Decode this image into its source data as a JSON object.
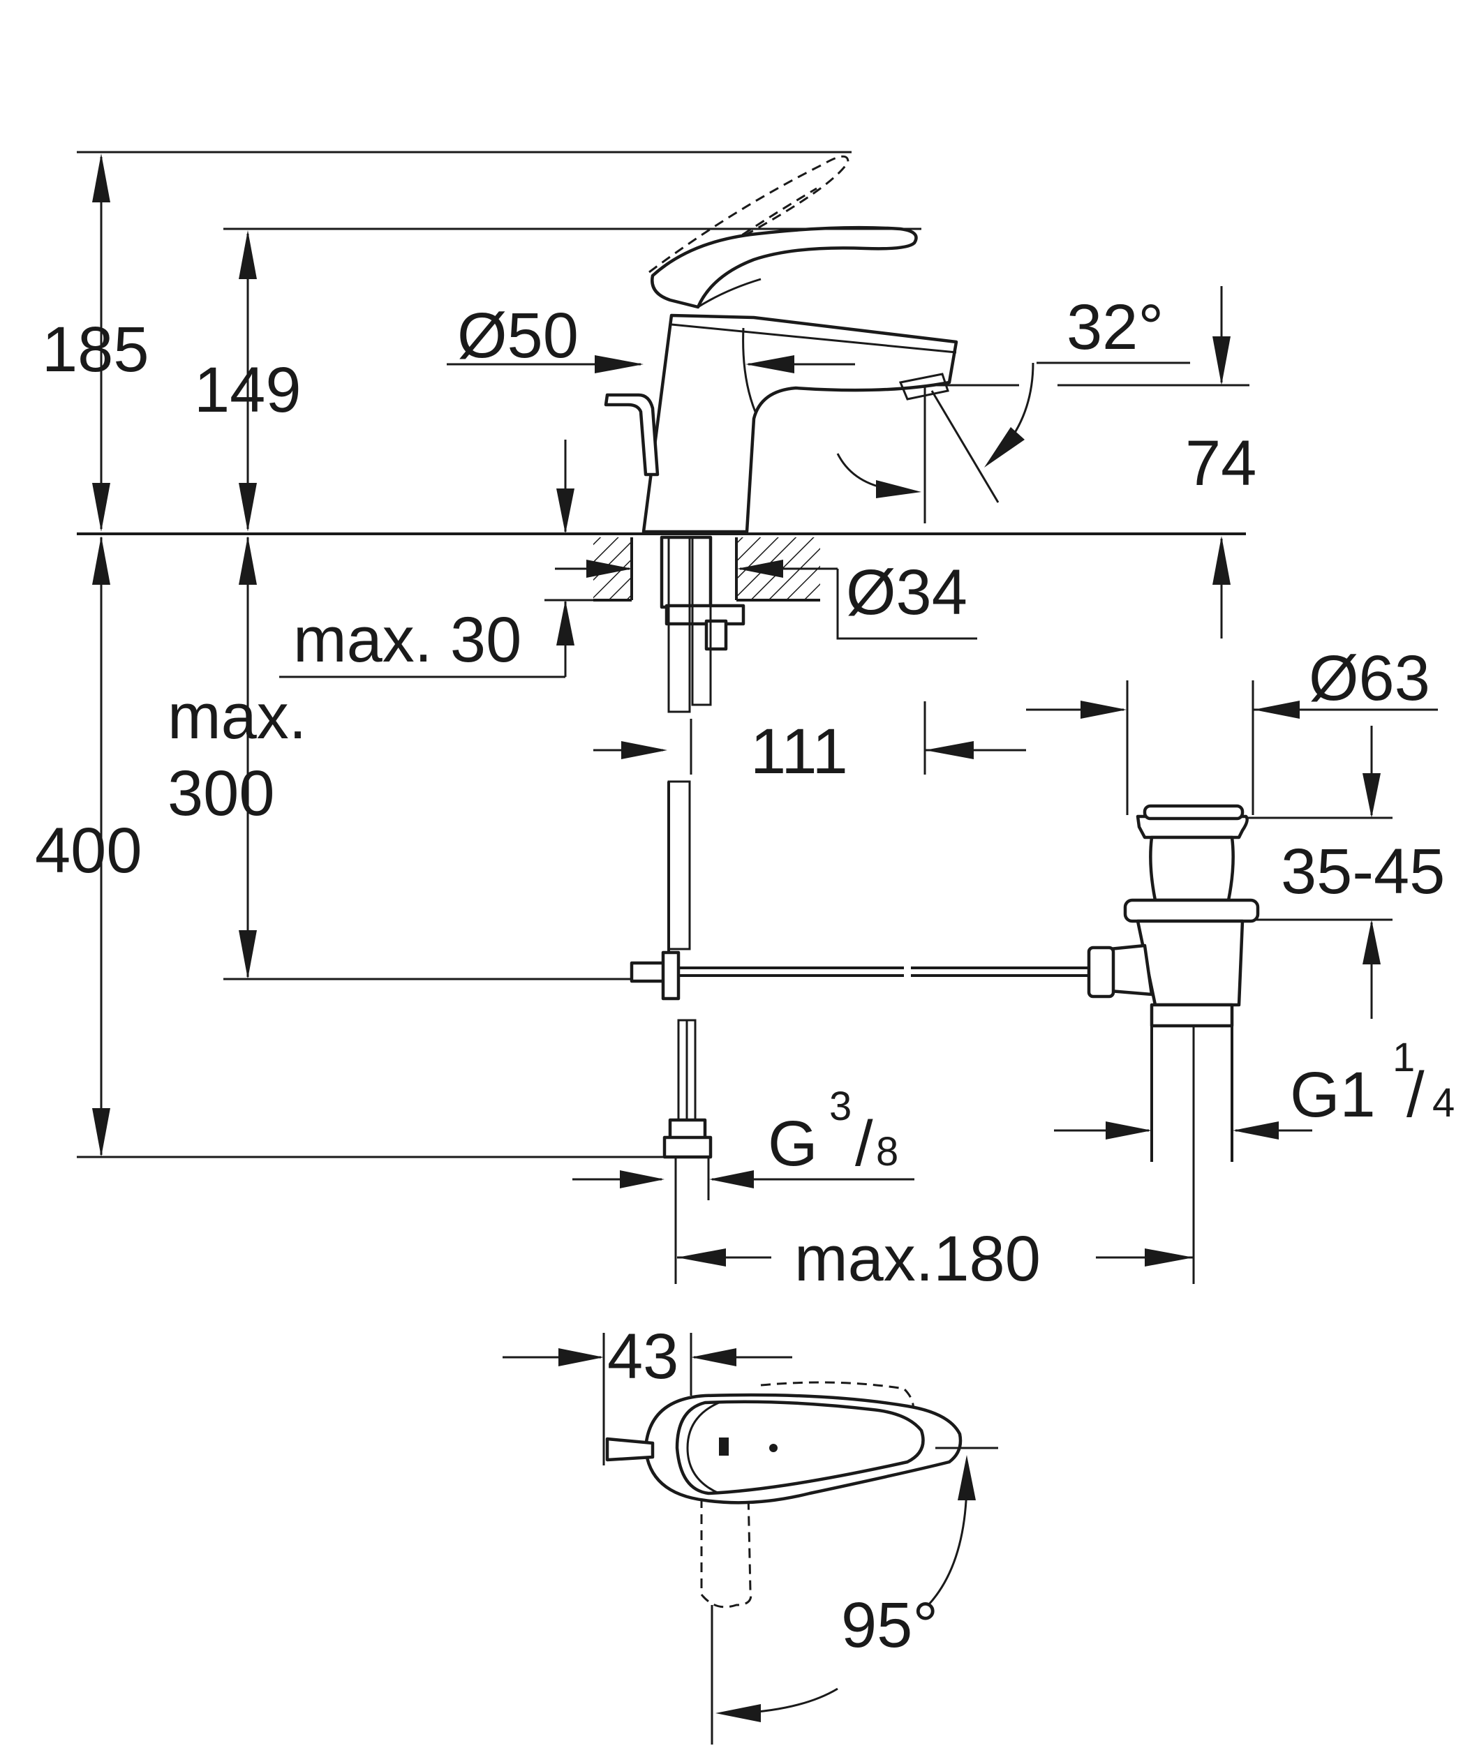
{
  "dimensions": {
    "total_height": "185",
    "spout_height": "149",
    "body_diameter": "Ø50",
    "spout_angle": "32°",
    "outlet_height": "74",
    "shank_diameter": "Ø34",
    "deck_thickness": "max. 30",
    "supply_length_max": "max.",
    "supply_length_value": "300",
    "below_deck_length": "400",
    "waste_offset": "111",
    "waste_diameter": "Ø63",
    "waste_range": "35-45",
    "waste_thread": "G1",
    "waste_thread_num": "1",
    "waste_thread_den": "4",
    "supply_thread": "G",
    "supply_thread_num": "3",
    "supply_thread_den": "8",
    "rod_length": "max.180",
    "handle_offset": "43",
    "handle_rotation": "95°"
  }
}
